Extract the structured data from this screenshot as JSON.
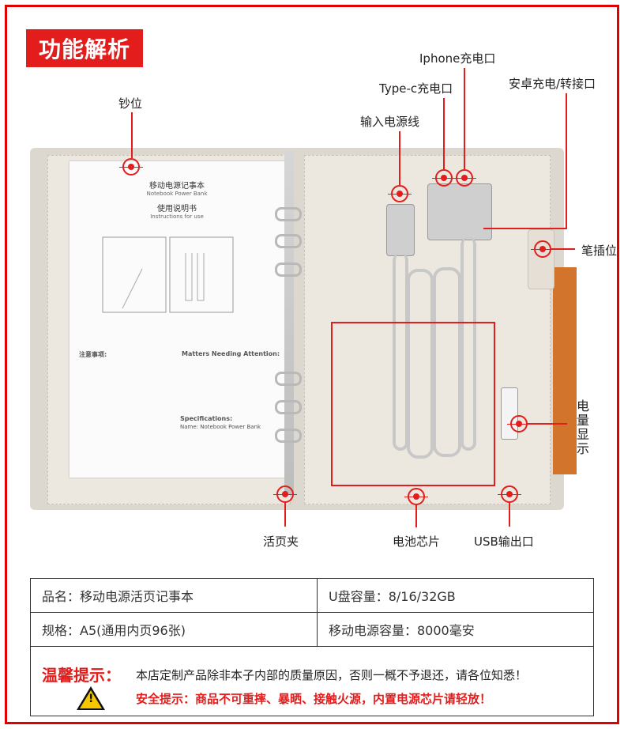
{
  "header": {
    "title": "功能解析"
  },
  "callouts": {
    "coin": "钞位",
    "iphone": "Iphone充电口",
    "typec": "Type-c充电口",
    "android": "安卓充电/转接口",
    "input_cable": "输入电源线",
    "pen": "笔插位",
    "battery_level": "电量显示",
    "binder": "活页夹",
    "chip": "电池芯片",
    "usb_out": "USB输出口"
  },
  "manual": {
    "title": "移动电源记事本",
    "subtitle": "Notebook Power Bank",
    "instructions": "使用说明书",
    "instructions_en": "Instructions for use",
    "attention": "Matters Needing Attention:",
    "notes": "注意事项:",
    "specs": "Specifications:",
    "spec_name": "Name: Notebook Power Bank"
  },
  "spec_table": {
    "rows": [
      {
        "left": "品名：移动电源活页记事本",
        "right": "U盘容量：8/16/32GB"
      },
      {
        "left": "规格：A5(通用内页96张)",
        "right": "移动电源容量：8000毫安"
      }
    ]
  },
  "notice": {
    "title": "温馨提示：",
    "text": "本店定制产品除非本子内部的质量原因，否则一概不予退还，请各位知悉！",
    "safety": "安全提示：商品不可重摔、暴晒、接触火源，内置电源芯片请轻放！",
    "warning_icon": "warning-triangle-icon"
  },
  "colors": {
    "accent": "#e31c1c",
    "strap": "#d3742c"
  }
}
